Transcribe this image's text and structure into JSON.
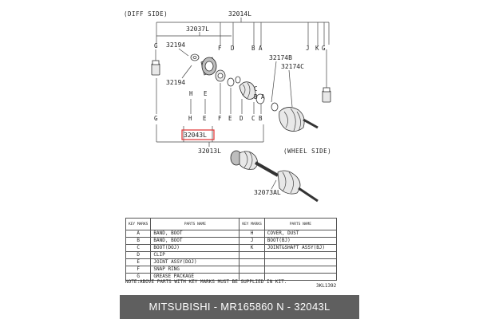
{
  "diagram": {
    "diff_side": "(DIFF SIDE)",
    "wheel_side": "(WHEEL SIDE)",
    "part_numbers": {
      "p32014L": "32014L",
      "p32037L": "32037L",
      "p32194_top": "32194",
      "p32194_bottom": "32194",
      "p32174B": "32174B",
      "p32174C": "32174C",
      "p32043L": "32043L",
      "p32013L": "32013L",
      "p32073AL": "32073AL"
    },
    "top_keys": [
      "F",
      "D",
      "B",
      "A",
      "J",
      "K",
      "G"
    ],
    "bottom_keys": [
      "G",
      "H",
      "E",
      "F",
      "E",
      "D",
      "C",
      "B"
    ],
    "misc_keys": [
      "H",
      "E",
      "C",
      "B",
      "A",
      "G",
      "F"
    ],
    "highlight_color": "#e03030"
  },
  "table": {
    "key_header": "KEY MARKS",
    "name_header": "PARTS NAME",
    "rows": [
      {
        "k1": "A",
        "n1": "BAND, BOOT",
        "k2": "H",
        "n2": "COVER, DUST"
      },
      {
        "k1": "B",
        "n1": "BAND, BOOT",
        "k2": "J",
        "n2": "BOOT(BJ)"
      },
      {
        "k1": "C",
        "n1": "BOOT(DOJ)",
        "k2": "K",
        "n2": "JOINT&SHAFT ASSY(BJ)"
      },
      {
        "k1": "D",
        "n1": "CLIP",
        "k2": "",
        "n2": ""
      },
      {
        "k1": "E",
        "n1": "JOINT ASSY(DOJ)",
        "k2": "",
        "n2": ""
      },
      {
        "k1": "F",
        "n1": "SNAP RING",
        "k2": "",
        "n2": ""
      },
      {
        "k1": "G",
        "n1": "GREASE PACKAGE",
        "k2": "",
        "n2": ""
      }
    ]
  },
  "note": "NOTE:ABOVE PARTS WITH KEY MARKS MUST BE SUPPLIED IN KIT.",
  "drawing_code": "3KL1392",
  "footer": "MITSUBISHI - MR165860     N - 32043L"
}
